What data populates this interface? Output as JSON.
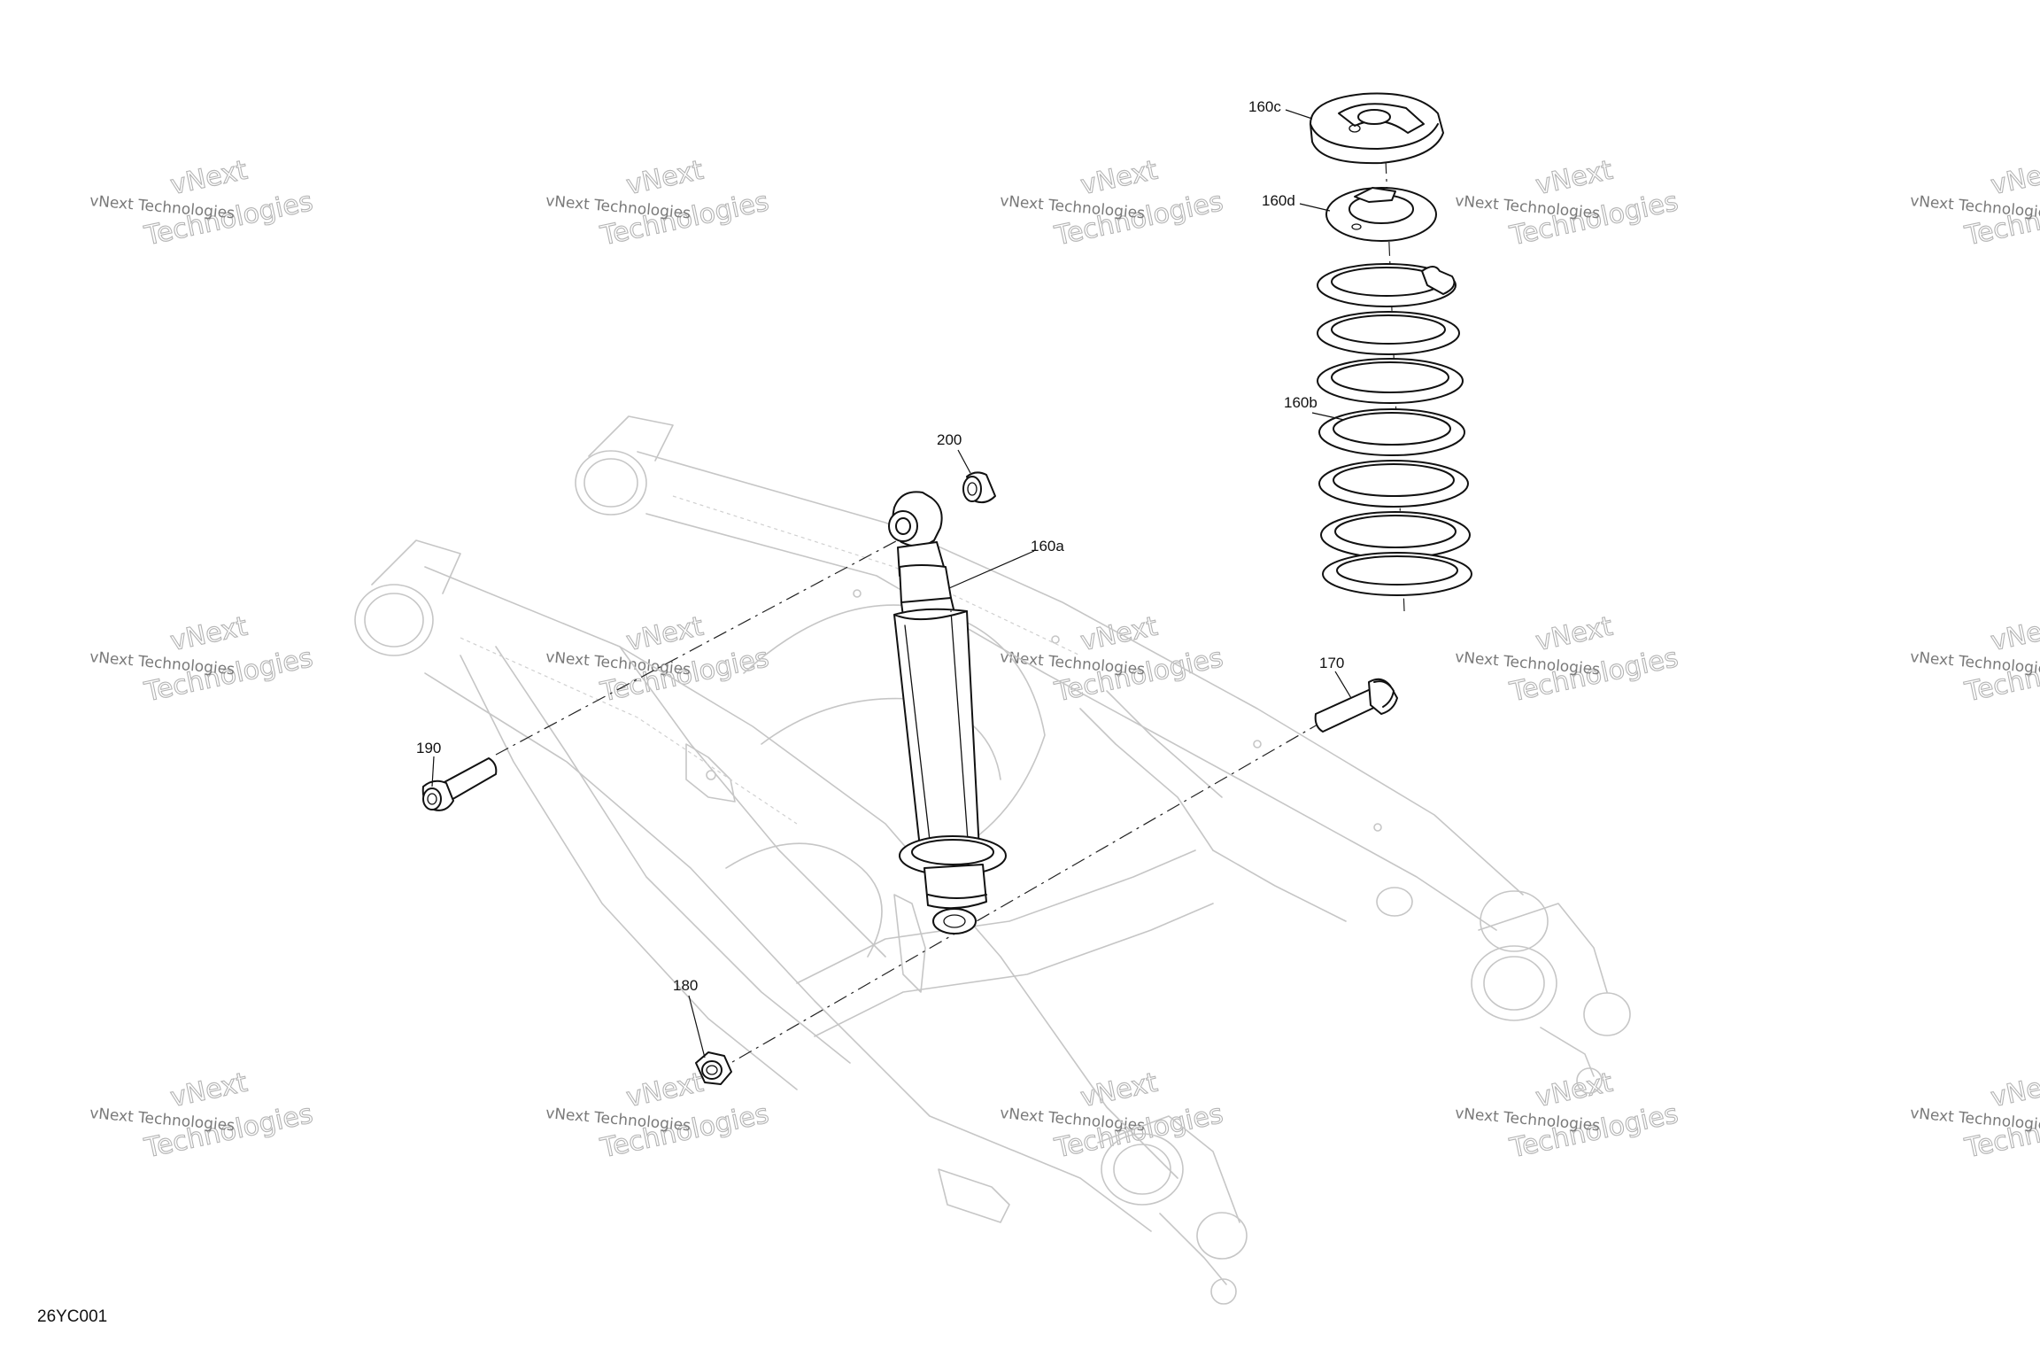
{
  "diagram": {
    "figure_id": "26YC001",
    "callouts": [
      {
        "id": "c160c",
        "text": "160c"
      },
      {
        "id": "c160d",
        "text": "160d"
      },
      {
        "id": "c160b",
        "text": "160b"
      },
      {
        "id": "c200",
        "text": "200"
      },
      {
        "id": "c160a",
        "text": "160a"
      },
      {
        "id": "c170",
        "text": "170"
      },
      {
        "id": "c190",
        "text": "190"
      },
      {
        "id": "c180",
        "text": "180"
      }
    ],
    "watermark": {
      "line1": "vNext",
      "line2": "vNext Technologies",
      "line3": "Technologies"
    }
  }
}
